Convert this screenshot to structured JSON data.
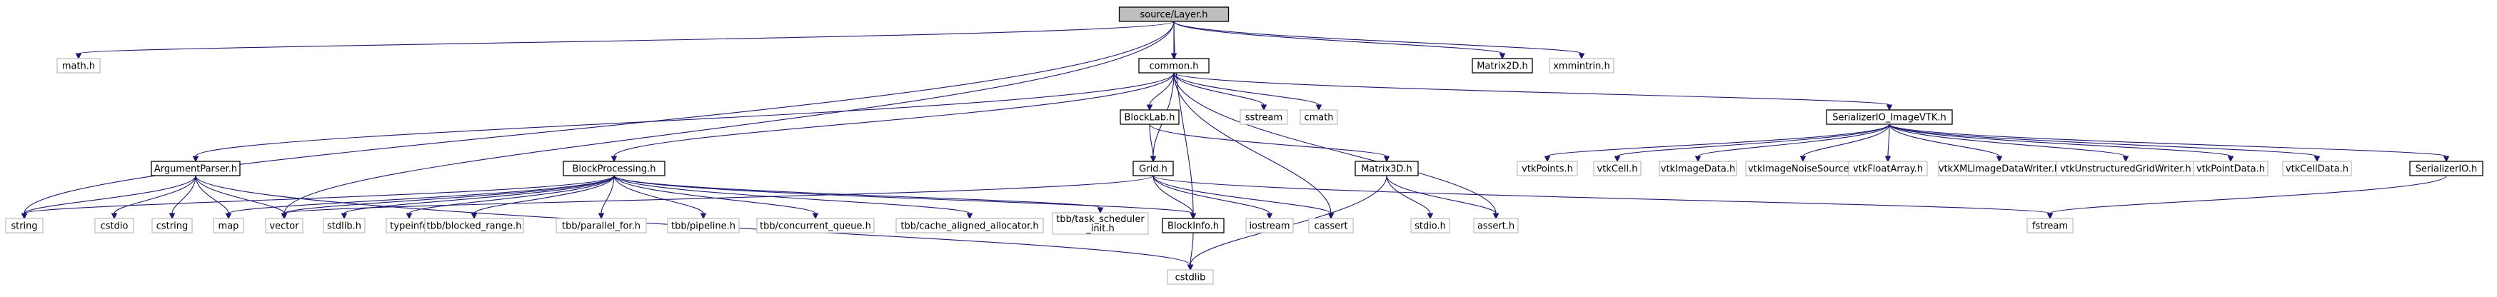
{
  "colors": {
    "edge": "#191970",
    "documented_border": "#000000",
    "undocumented_border": "#bfbfbf",
    "root_fill": "#bfbfbf",
    "node_text": "#000000",
    "undocumented_text": "#000000"
  },
  "nodes": [
    {
      "id": "layer",
      "label": "source/Layer.h",
      "kind": "root"
    },
    {
      "id": "math",
      "label": "math.h",
      "kind": "external"
    },
    {
      "id": "common",
      "label": "common.h",
      "kind": "documented"
    },
    {
      "id": "matrix2d",
      "label": "Matrix2D.h",
      "kind": "documented"
    },
    {
      "id": "xmmintrin",
      "label": "xmmintrin.h",
      "kind": "external"
    },
    {
      "id": "string",
      "label": "string",
      "kind": "external"
    },
    {
      "id": "argparser",
      "label": "ArgumentParser.h",
      "kind": "documented"
    },
    {
      "id": "blockproc",
      "label": "BlockProcessing.h",
      "kind": "documented"
    },
    {
      "id": "blocklab",
      "label": "BlockLab.h",
      "kind": "documented"
    },
    {
      "id": "sstream",
      "label": "sstream",
      "kind": "external"
    },
    {
      "id": "cmath",
      "label": "cmath",
      "kind": "external"
    },
    {
      "id": "serialvtk",
      "label": "SerializerIO_ImageVTK.h",
      "kind": "documented"
    },
    {
      "id": "grid",
      "label": "Grid.h",
      "kind": "documented"
    },
    {
      "id": "matrix3d",
      "label": "Matrix3D.h",
      "kind": "documented"
    },
    {
      "id": "vtkpoints",
      "label": "vtkPoints.h",
      "kind": "external"
    },
    {
      "id": "vtkcell",
      "label": "vtkCell.h",
      "kind": "external"
    },
    {
      "id": "vtkimagedata",
      "label": "vtkImageData.h",
      "kind": "external"
    },
    {
      "id": "vtkimagenoise",
      "label": "vtkImageNoiseSource.h",
      "kind": "external"
    },
    {
      "id": "vtkfloatarray",
      "label": "vtkFloatArray.h",
      "kind": "external"
    },
    {
      "id": "vtkxml",
      "label": "vtkXMLImageDataWriter.h",
      "kind": "external"
    },
    {
      "id": "vtkugrid",
      "label": "vtkUnstructuredGridWriter.h",
      "kind": "external"
    },
    {
      "id": "vtkpointdata",
      "label": "vtkPointData.h",
      "kind": "external"
    },
    {
      "id": "vtkcelldata",
      "label": "vtkCellData.h",
      "kind": "external"
    },
    {
      "id": "serialio",
      "label": "SerializerIO.h",
      "kind": "documented"
    },
    {
      "id": "cstdio",
      "label": "cstdio",
      "kind": "external"
    },
    {
      "id": "cstring",
      "label": "cstring",
      "kind": "external"
    },
    {
      "id": "map",
      "label": "map",
      "kind": "external"
    },
    {
      "id": "vector",
      "label": "vector",
      "kind": "external"
    },
    {
      "id": "stdlib",
      "label": "stdlib.h",
      "kind": "external"
    },
    {
      "id": "typeinfo",
      "label": "typeinfo",
      "kind": "external"
    },
    {
      "id": "tbbblocked",
      "label": "tbb/blocked_range.h",
      "kind": "external"
    },
    {
      "id": "tbbparfor",
      "label": "tbb/parallel_for.h",
      "kind": "external"
    },
    {
      "id": "tbbpipeline",
      "label": "tbb/pipeline.h",
      "kind": "external"
    },
    {
      "id": "tbbconcq",
      "label": "tbb/concurrent_queue.h",
      "kind": "external"
    },
    {
      "id": "tbbcache",
      "label": "tbb/cache_aligned_allocator.h",
      "kind": "external"
    },
    {
      "id": "tbbtask",
      "label": "tbb/task_scheduler\n_init.h",
      "kind": "external"
    },
    {
      "id": "blockinfo",
      "label": "BlockInfo.h",
      "kind": "documented"
    },
    {
      "id": "iostream",
      "label": "iostream",
      "kind": "external"
    },
    {
      "id": "cassert",
      "label": "cassert",
      "kind": "external"
    },
    {
      "id": "stdio",
      "label": "stdio.h",
      "kind": "external"
    },
    {
      "id": "assert",
      "label": "assert.h",
      "kind": "external"
    },
    {
      "id": "fstream",
      "label": "fstream",
      "kind": "external"
    },
    {
      "id": "cstdlib",
      "label": "cstdlib",
      "kind": "external"
    }
  ],
  "edges": [
    [
      "layer",
      "math"
    ],
    [
      "layer",
      "common"
    ],
    [
      "layer",
      "matrix2d"
    ],
    [
      "layer",
      "xmmintrin"
    ],
    [
      "layer",
      "string"
    ],
    [
      "layer",
      "vector"
    ],
    [
      "layer",
      "blockinfo"
    ],
    [
      "common",
      "argparser"
    ],
    [
      "common",
      "blockproc"
    ],
    [
      "common",
      "blocklab"
    ],
    [
      "common",
      "sstream"
    ],
    [
      "common",
      "cmath"
    ],
    [
      "common",
      "serialvtk"
    ],
    [
      "common",
      "grid"
    ],
    [
      "common",
      "cassert"
    ],
    [
      "common",
      "assert"
    ],
    [
      "blocklab",
      "grid"
    ],
    [
      "blocklab",
      "matrix3d"
    ],
    [
      "serialvtk",
      "vtkpoints"
    ],
    [
      "serialvtk",
      "vtkcell"
    ],
    [
      "serialvtk",
      "vtkimagedata"
    ],
    [
      "serialvtk",
      "vtkimagenoise"
    ],
    [
      "serialvtk",
      "vtkfloatarray"
    ],
    [
      "serialvtk",
      "vtkxml"
    ],
    [
      "serialvtk",
      "vtkugrid"
    ],
    [
      "serialvtk",
      "vtkpointdata"
    ],
    [
      "serialvtk",
      "vtkcelldata"
    ],
    [
      "serialvtk",
      "serialio"
    ],
    [
      "serialio",
      "fstream"
    ],
    [
      "argparser",
      "string"
    ],
    [
      "argparser",
      "cstdio"
    ],
    [
      "argparser",
      "cstring"
    ],
    [
      "argparser",
      "map"
    ],
    [
      "argparser",
      "vector"
    ],
    [
      "argparser",
      "cstdlib"
    ],
    [
      "blockproc",
      "string"
    ],
    [
      "blockproc",
      "map"
    ],
    [
      "blockproc",
      "vector"
    ],
    [
      "blockproc",
      "stdlib"
    ],
    [
      "blockproc",
      "typeinfo"
    ],
    [
      "blockproc",
      "tbbblocked"
    ],
    [
      "blockproc",
      "tbbparfor"
    ],
    [
      "blockproc",
      "tbbpipeline"
    ],
    [
      "blockproc",
      "tbbconcq"
    ],
    [
      "blockproc",
      "tbbcache"
    ],
    [
      "blockproc",
      "tbbtask"
    ],
    [
      "blockproc",
      "blockinfo"
    ],
    [
      "grid",
      "vector"
    ],
    [
      "grid",
      "blockinfo"
    ],
    [
      "grid",
      "iostream"
    ],
    [
      "grid",
      "cassert"
    ],
    [
      "grid",
      "fstream"
    ],
    [
      "blockinfo",
      "cstdlib"
    ],
    [
      "matrix3d",
      "stdio"
    ],
    [
      "matrix3d",
      "assert"
    ],
    [
      "matrix3d",
      "cstdlib"
    ]
  ]
}
